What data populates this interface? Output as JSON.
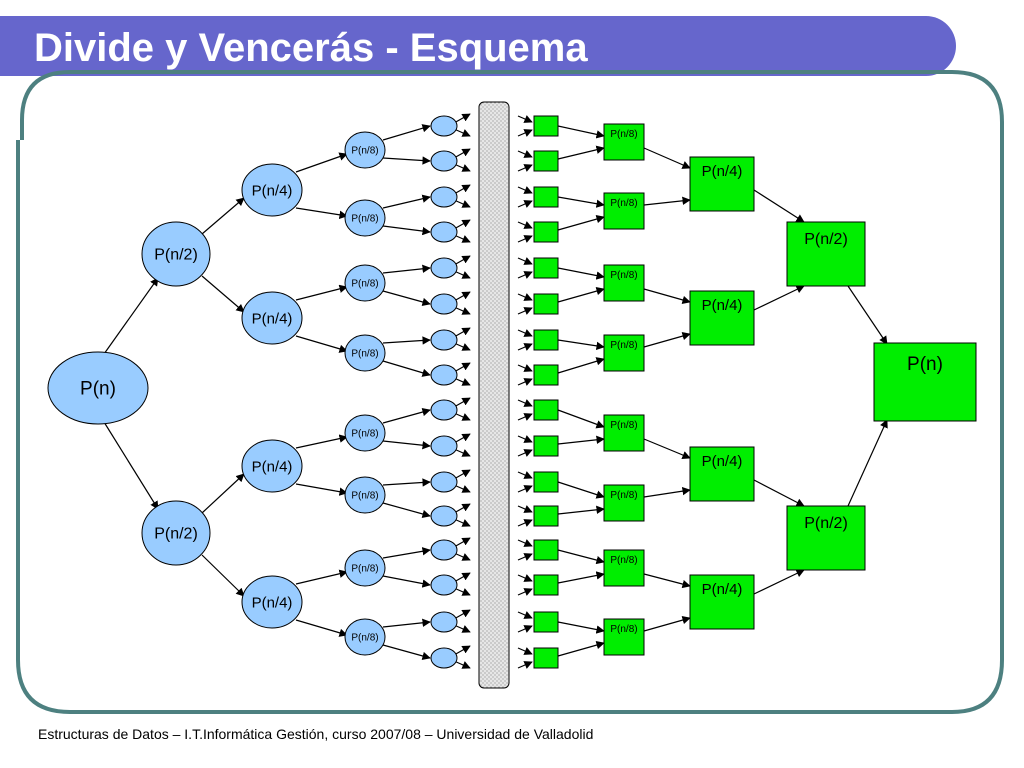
{
  "slide": {
    "title": "Divide y Vencerás - Esquema",
    "footer": "Estructuras de Datos – I.T.Informática Gestión, curso 2007/08 – Universidad de Valladolid"
  },
  "diagram": {
    "divide_labels": {
      "root": "P(n)",
      "half": "P(n/2)",
      "quarter": "P(n/4)",
      "eighth": "P(n/8)"
    },
    "combine_labels": {
      "root": "P(n)",
      "half": "P(n/2)",
      "quarter": "P(n/4)",
      "eighth": "P(n/8)"
    },
    "leaf_count": 16
  },
  "colors": {
    "title_bar": "#6666cc",
    "title_text": "#ffffff",
    "frame_border": "#4d8080",
    "divide_fill": "#99ccff",
    "combine_fill": "#00ee00",
    "arrow": "#000000",
    "solve_bar_fill": "#d9d9d9"
  }
}
